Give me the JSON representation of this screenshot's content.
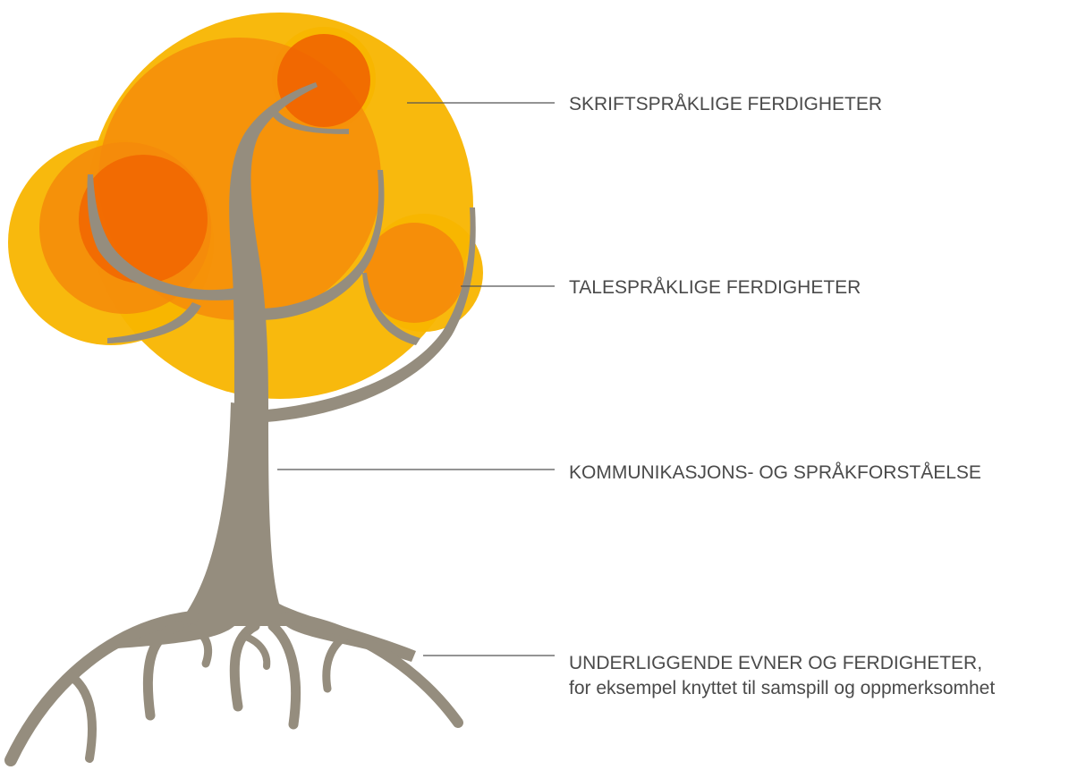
{
  "labels": {
    "written": "SKRIFTSPRÅKLIGE FERDIGHETER",
    "spoken": "TALESPRÅKLIGE FERDIGHETER",
    "comprehension": "KOMMUNIKASJONS- OG SPRÅKFORSTÅELSE",
    "underlying": "UNDERLIGGENDE EVNER OG FERDIGHETER,",
    "underlying_sub": "for eksempel knyttet til samspill og oppmerksomhet"
  },
  "colors": {
    "foliage_light": "#f8b500",
    "foliage_mid": "#f5890a",
    "foliage_dark": "#f06000",
    "trunk": "#958d7e",
    "connector": "#555555",
    "text": "#4a4a4a"
  }
}
